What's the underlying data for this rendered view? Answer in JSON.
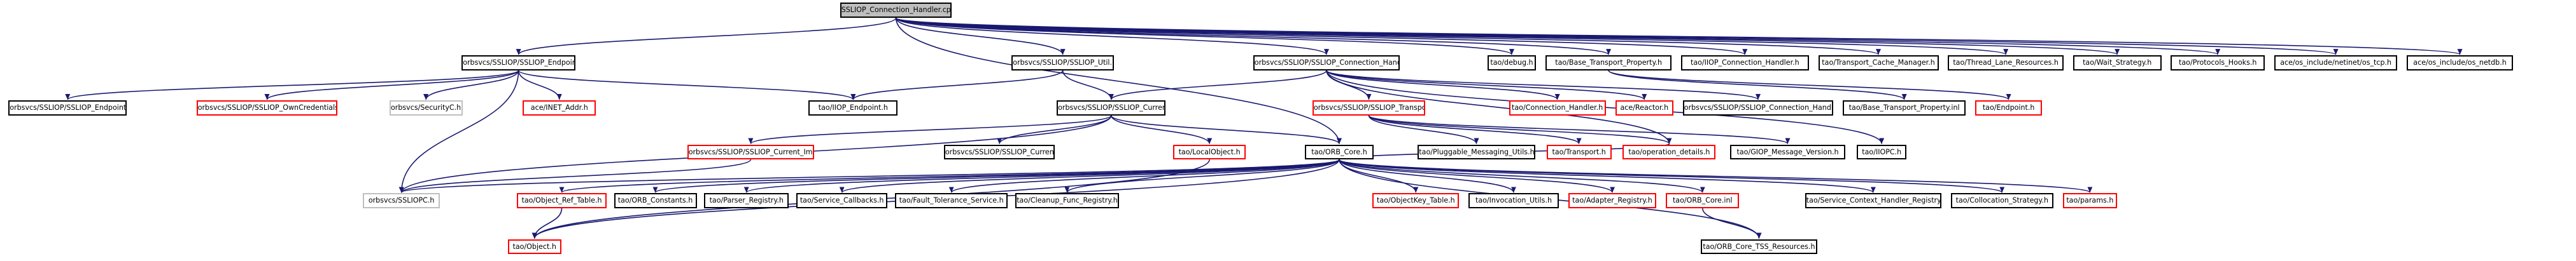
{
  "graph": {
    "colors": {
      "edge": "#191970",
      "border": "#000000",
      "missing_border": "#ff0000",
      "external_border": "#bfbfbf",
      "root_fill": "#bfbfbf"
    },
    "nodes": {
      "root": "SSLIOP_Connection_Handler.cpp",
      "endpoint_h": "orbsvcs/SSLIOP/SSLIOP_Endpoint.h",
      "util_h": "orbsvcs/SSLIOP/SSLIOP_Util.h",
      "conn_handler_h": "orbsvcs/SSLIOP/SSLIOP_Connection_Handler.h",
      "debug_h": "tao/debug.h",
      "btp_h": "tao/Base_Transport_Property.h",
      "iiop_conn_h": "tao/IIOP_Connection_Handler.h",
      "tcm_h": "tao/Transport_Cache_Manager.h",
      "tlr_h": "tao/Thread_Lane_Resources.h",
      "wait_h": "tao/Wait_Strategy.h",
      "hooks_h": "tao/Protocols_Hooks.h",
      "tcp_h": "ace/os_include/netinet/os_tcp.h",
      "netdb_h": "ace/os_include/os_netdb.h",
      "endpoint_inl": "orbsvcs/SSLIOP/SSLIOP_Endpoint.inl",
      "owncred_h": "orbsvcs/SSLIOP/SSLIOP_OwnCredentials.h",
      "securityc_h": "orbsvcs/SecurityC.h",
      "inet_addr_h": "ace/INET_Addr.h",
      "iiop_endpoint_h": "tao/IIOP_Endpoint.h",
      "current_h": "orbsvcs/SSLIOP/SSLIOP_Current.h",
      "transport_h": "orbsvcs/SSLIOP/SSLIOP_Transport.h",
      "tao_conn_handler_h": "tao/Connection_Handler.h",
      "reactor_h": "ace/Reactor.h",
      "conn_handler_inl": "orbsvcs/SSLIOP/SSLIOP_Connection_Handler.inl",
      "btp_inl": "tao/Base_Transport_Property.inl",
      "tao_endpoint_h": "tao/Endpoint.h",
      "current_impl_h": "orbsvcs/SSLIOP/SSLIOP_Current_Impl.h",
      "current_inl": "orbsvcs/SSLIOP/SSLIOP_Current.inl",
      "localobject_h": "tao/LocalObject.h",
      "orb_core_h": "tao/ORB_Core.h",
      "pmu_h": "tao/Pluggable_Messaging_Utils.h",
      "tao_transport_h": "tao/Transport.h",
      "opdetails_h": "tao/operation_details.h",
      "giop_h": "tao/GIOP_Message_Version.h",
      "iiopc_h": "tao/IIOPC.h",
      "ssliopc_h": "orbsvcs/SSLIOPC.h",
      "objreftable_h": "tao/Object_Ref_Table.h",
      "orbconst_h": "tao/ORB_Constants.h",
      "parser_h": "tao/Parser_Registry.h",
      "svccb_h": "tao/Service_Callbacks.h",
      "ftsvc_h": "tao/Fault_Tolerance_Service.h",
      "cleanup_h": "tao/Cleanup_Func_Registry.h",
      "objkey_h": "tao/ObjectKey_Table.h",
      "invoc_h": "tao/Invocation_Utils.h",
      "adapter_h": "tao/Adapter_Registry.h",
      "orbcore_inl": "tao/ORB_Core.inl",
      "sch_h": "tao/Service_Context_Handler_Registry.h",
      "colloc_h": "tao/Collocation_Strategy.h",
      "params_h": "tao/params.h",
      "object_h": "tao/Object.h",
      "tss_h": "tao/ORB_Core_TSS_Resources.h"
    }
  }
}
